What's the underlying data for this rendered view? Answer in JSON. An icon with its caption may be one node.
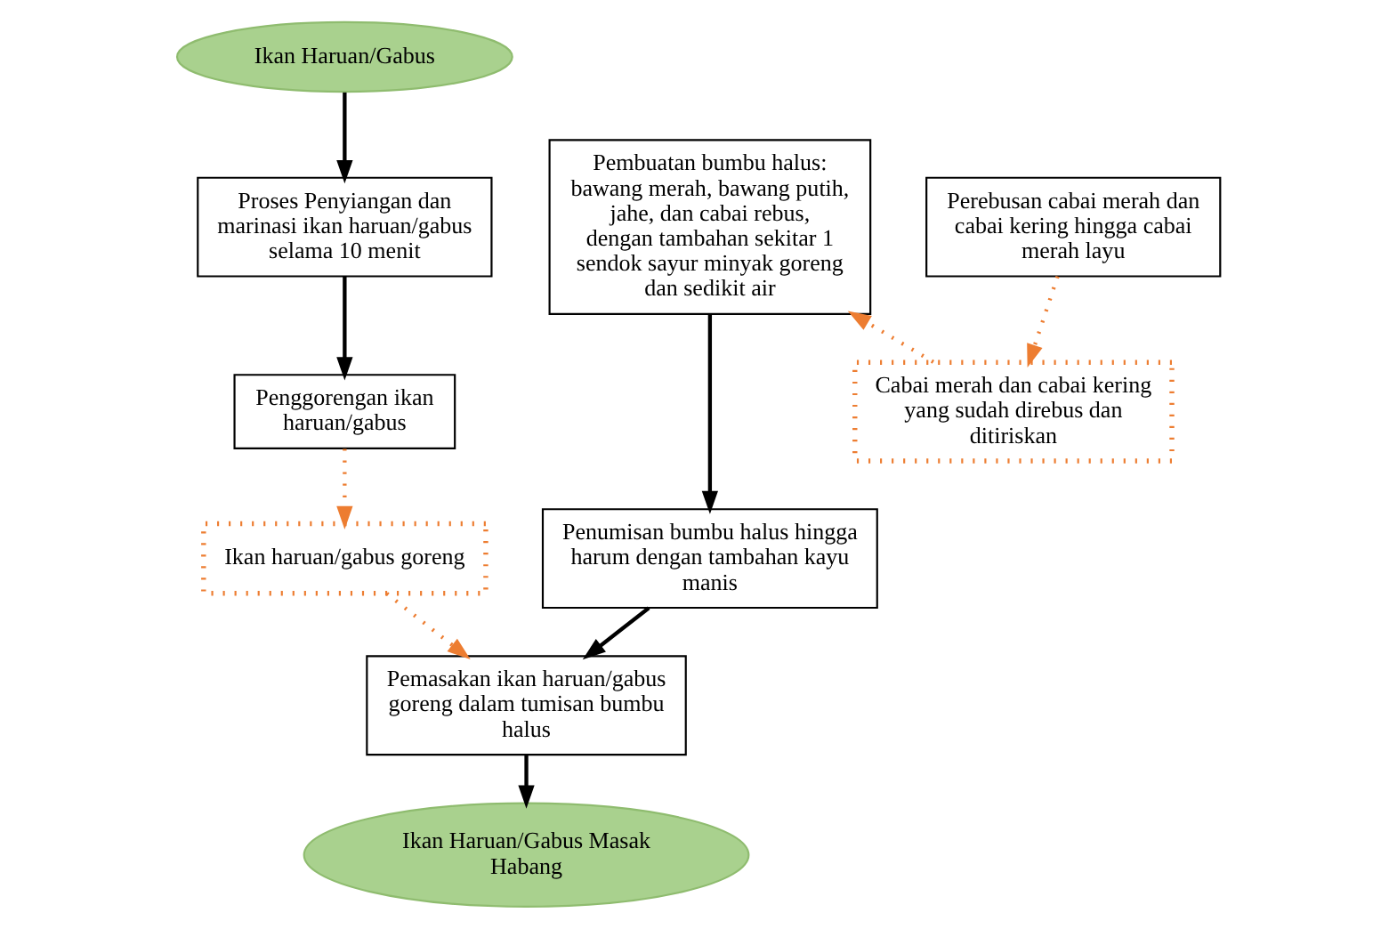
{
  "diagram": {
    "nodes": [
      {
        "text": [
          "Ikan Haruan/Gabus"
        ]
      },
      {
        "text": [
          "Perebusan cabai merah dan cabai kering hingga cabai merah layu"
        ]
      },
      {
        "text": [
          "Pembuatan bumbu halus: bawang merah, bawang putih, jahe, dan cabai rebus, dengan tambahan sekitar 1 sendok sayur minyak goreng dan sedikit air"
        ]
      },
      {
        "text": [
          "Proses Penyiangan dan marinasi ikan haruan/gabus selama 10 menit"
        ]
      },
      {
        "text": [
          "Cabai merah dan cabai kering yang sudah direbus dan ditiriskan"
        ]
      },
      {
        "text": [
          "Penggorengan ikan haruan/gabus"
        ]
      },
      {
        "text": [
          "Penumisan bumbu halus hingga harum dengan tambahan kayu manis"
        ]
      },
      {
        "text": [
          "Ikan haruan/gabus goreng"
        ]
      },
      {
        "text": [
          "Pemasakan ikan haruan/gabus goreng dalam tumisan bumbu halus"
        ]
      },
      {
        "text": [
          "Ikan Haruan/Gabus Masak Habang"
        ]
      }
    ],
    "edges": [
      {
        "from": 0,
        "to": 3,
        "arrow": "to"
      },
      {
        "from": 3,
        "to": 5,
        "arrow": "to"
      },
      {
        "from": 1,
        "to": 4,
        "arrow": "to",
        "style": "dashed",
        "color": "#ed7d31"
      },
      {
        "from": 4,
        "to": 2,
        "arrow": "to",
        "style": "dashed",
        "color": "#ed7d31"
      },
      {
        "from": 2,
        "to": 6,
        "arrow": "to"
      },
      {
        "from": 6,
        "to": 8,
        "arrow": "to"
      },
      {
        "from": 5,
        "to": 7,
        "arrow": "to",
        "style": "dashed",
        "color": "#ed7d31"
      },
      {
        "from": 7,
        "to": 8,
        "arrow": "to",
        "style": "dashed",
        "color": "#ed7d31"
      },
      {
        "from": 8,
        "to": 9,
        "arrow": "to"
      }
    ]
  }
}
